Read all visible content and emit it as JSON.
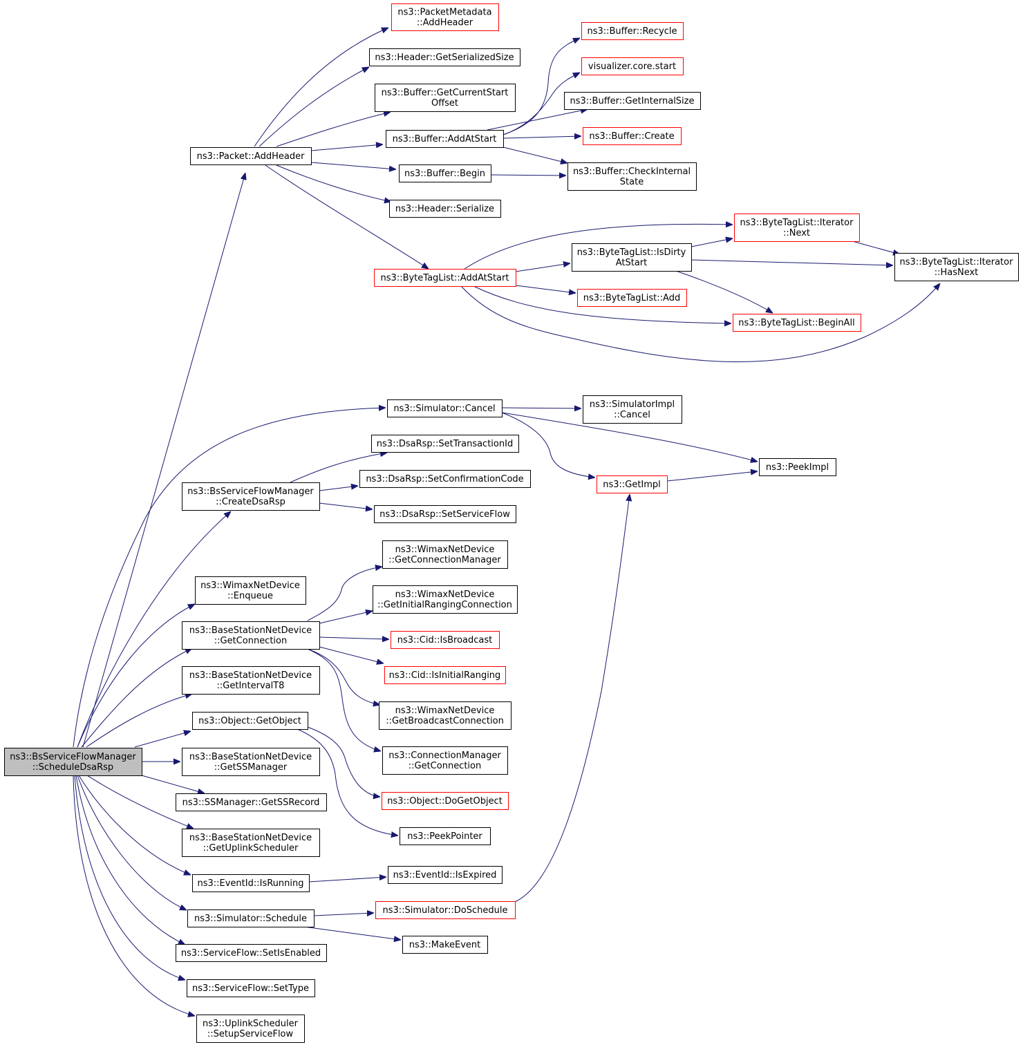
{
  "diagram": {
    "nodes": [
      {
        "id": "root",
        "lines": [
          "ns3::BsServiceFlowManager",
          "::ScheduleDsaRsp"
        ],
        "style": "root"
      },
      {
        "id": "pkt_addheader",
        "lines": [
          "ns3::Packet::AddHeader"
        ],
        "style": "black"
      },
      {
        "id": "pm_addheader",
        "lines": [
          "ns3::PacketMetadata",
          "::AddHeader"
        ],
        "style": "red"
      },
      {
        "id": "hdr_getser",
        "lines": [
          "ns3::Header::GetSerializedSize"
        ],
        "style": "black"
      },
      {
        "id": "buf_getcur",
        "lines": [
          "ns3::Buffer::GetCurrentStart",
          "Offset"
        ],
        "style": "black"
      },
      {
        "id": "buf_addatstart",
        "lines": [
          "ns3::Buffer::AddAtStart"
        ],
        "style": "black"
      },
      {
        "id": "buf_begin",
        "lines": [
          "ns3::Buffer::Begin"
        ],
        "style": "black"
      },
      {
        "id": "hdr_serialize",
        "lines": [
          "ns3::Header::Serialize"
        ],
        "style": "black"
      },
      {
        "id": "btl_addatstart",
        "lines": [
          "ns3::ByteTagList::AddAtStart"
        ],
        "style": "red"
      },
      {
        "id": "buf_recycle",
        "lines": [
          "ns3::Buffer::Recycle"
        ],
        "style": "red"
      },
      {
        "id": "viz_start",
        "lines": [
          "visualizer.core.start"
        ],
        "style": "red"
      },
      {
        "id": "buf_getint",
        "lines": [
          "ns3::Buffer::GetInternalSize"
        ],
        "style": "black"
      },
      {
        "id": "buf_create",
        "lines": [
          "ns3::Buffer::Create"
        ],
        "style": "red"
      },
      {
        "id": "buf_check",
        "lines": [
          "ns3::Buffer::CheckInternal",
          "State"
        ],
        "style": "black"
      },
      {
        "id": "btl_isdirty",
        "lines": [
          "ns3::ByteTagList::IsDirty",
          "AtStart"
        ],
        "style": "black"
      },
      {
        "id": "btl_add",
        "lines": [
          "ns3::ByteTagList::Add"
        ],
        "style": "red"
      },
      {
        "id": "btl_next",
        "lines": [
          "ns3::ByteTagList::Iterator",
          "::Next"
        ],
        "style": "red"
      },
      {
        "id": "btl_beginall",
        "lines": [
          "ns3::ByteTagList::BeginAll"
        ],
        "style": "red"
      },
      {
        "id": "btl_hasnext",
        "lines": [
          "ns3::ByteTagList::Iterator",
          "::HasNext"
        ],
        "style": "black"
      },
      {
        "id": "sim_cancel",
        "lines": [
          "ns3::Simulator::Cancel"
        ],
        "style": "black"
      },
      {
        "id": "simimpl_cancel",
        "lines": [
          "ns3::SimulatorImpl",
          "::Cancel"
        ],
        "style": "black"
      },
      {
        "id": "peekimpl",
        "lines": [
          "ns3::PeekImpl"
        ],
        "style": "black"
      },
      {
        "id": "getimpl",
        "lines": [
          "ns3::GetImpl"
        ],
        "style": "red"
      },
      {
        "id": "createdsarsp",
        "lines": [
          "ns3::BsServiceFlowManager",
          "::CreateDsaRsp"
        ],
        "style": "black"
      },
      {
        "id": "dsa_settrans",
        "lines": [
          "ns3::DsaRsp::SetTransactionId"
        ],
        "style": "black"
      },
      {
        "id": "dsa_setconf",
        "lines": [
          "ns3::DsaRsp::SetConfirmationCode"
        ],
        "style": "black"
      },
      {
        "id": "dsa_setsf",
        "lines": [
          "ns3::DsaRsp::SetServiceFlow"
        ],
        "style": "black"
      },
      {
        "id": "wnd_enqueue",
        "lines": [
          "ns3::WimaxNetDevice",
          "::Enqueue"
        ],
        "style": "black"
      },
      {
        "id": "bsnd_getconn",
        "lines": [
          "ns3::BaseStationNetDevice",
          "::GetConnection"
        ],
        "style": "black"
      },
      {
        "id": "wnd_getconnmgr",
        "lines": [
          "ns3::WimaxNetDevice",
          "::GetConnectionManager"
        ],
        "style": "black"
      },
      {
        "id": "wnd_getinitrang",
        "lines": [
          "ns3::WimaxNetDevice",
          "::GetInitialRangingConnection"
        ],
        "style": "black"
      },
      {
        "id": "cid_isbcast",
        "lines": [
          "ns3::Cid::IsBroadcast"
        ],
        "style": "red"
      },
      {
        "id": "cid_isinitrang",
        "lines": [
          "ns3::Cid::IsInitialRanging"
        ],
        "style": "red"
      },
      {
        "id": "wnd_getbcast",
        "lines": [
          "ns3::WimaxNetDevice",
          "::GetBroadcastConnection"
        ],
        "style": "black"
      },
      {
        "id": "connmgr_getconn",
        "lines": [
          "ns3::ConnectionManager",
          "::GetConnection"
        ],
        "style": "black"
      },
      {
        "id": "bsnd_getintt8",
        "lines": [
          "ns3::BaseStationNetDevice",
          "::GetIntervalT8"
        ],
        "style": "black"
      },
      {
        "id": "obj_getobject",
        "lines": [
          "ns3::Object::GetObject"
        ],
        "style": "black"
      },
      {
        "id": "obj_dogetobject",
        "lines": [
          "ns3::Object::DoGetObject"
        ],
        "style": "red"
      },
      {
        "id": "peekpointer",
        "lines": [
          "ns3::PeekPointer"
        ],
        "style": "black"
      },
      {
        "id": "bsnd_getssmgr",
        "lines": [
          "ns3::BaseStationNetDevice",
          "::GetSSManager"
        ],
        "style": "black"
      },
      {
        "id": "ssmgr_getssrec",
        "lines": [
          "ns3::SSManager::GetSSRecord"
        ],
        "style": "black"
      },
      {
        "id": "bsnd_getulsched",
        "lines": [
          "ns3::BaseStationNetDevice",
          "::GetUplinkScheduler"
        ],
        "style": "black"
      },
      {
        "id": "evt_isrunning",
        "lines": [
          "ns3::EventId::IsRunning"
        ],
        "style": "black"
      },
      {
        "id": "evt_isexpired",
        "lines": [
          "ns3::EventId::IsExpired"
        ],
        "style": "black"
      },
      {
        "id": "sim_schedule",
        "lines": [
          "ns3::Simulator::Schedule"
        ],
        "style": "black"
      },
      {
        "id": "sim_doschedule",
        "lines": [
          "ns3::Simulator::DoSchedule"
        ],
        "style": "red"
      },
      {
        "id": "makeevent",
        "lines": [
          "ns3::MakeEvent"
        ],
        "style": "black"
      },
      {
        "id": "sf_setisenabled",
        "lines": [
          "ns3::ServiceFlow::SetIsEnabled"
        ],
        "style": "black"
      },
      {
        "id": "sf_settype",
        "lines": [
          "ns3::ServiceFlow::SetType"
        ],
        "style": "black"
      },
      {
        "id": "ulsched_setup",
        "lines": [
          "ns3::UplinkScheduler",
          "::SetupServiceFlow"
        ],
        "style": "black"
      }
    ]
  }
}
